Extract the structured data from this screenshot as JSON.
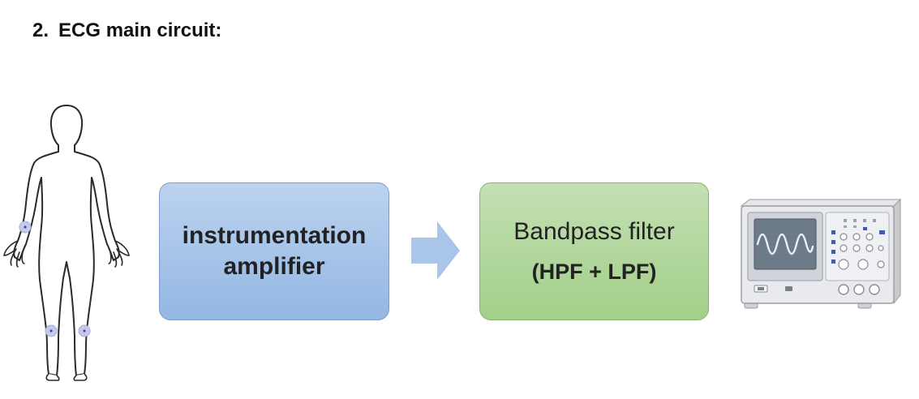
{
  "heading": {
    "number": "2.",
    "title": "ECG main circuit:"
  },
  "blocks": {
    "amplifier": {
      "line1": "instrumentation",
      "line2": "amplifier",
      "color": "#a4c2e8"
    },
    "bandpass": {
      "title": "Bandpass filter",
      "subtitle": "(HPF + LPF)",
      "color": "#b0d79a"
    }
  },
  "arrow": {
    "color": "#a9c6ea"
  },
  "icons": {
    "human": "human-figure-icon",
    "oscilloscope": "oscilloscope-icon"
  }
}
